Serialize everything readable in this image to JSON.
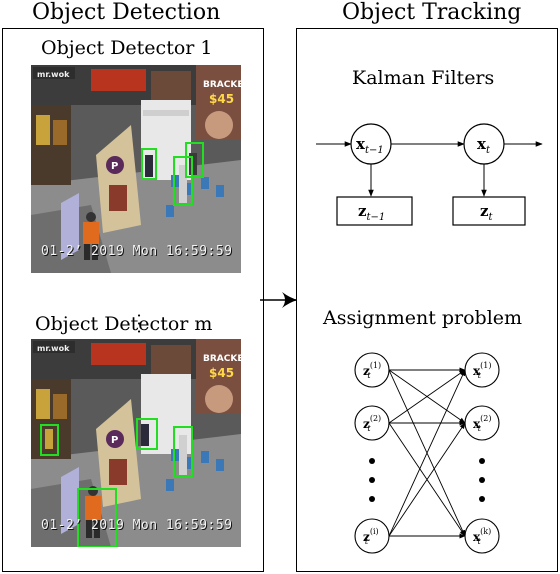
{
  "headings": {
    "left": "Object Detection",
    "right": "Object Tracking"
  },
  "detection": {
    "detector_first": "Object Detector 1",
    "detector_last": "Object Detector m",
    "ellipsis": "⋮",
    "timestamp": "01-2’ 2019 Mon 16:59:59",
    "storefront_text": [
      "mr.wok",
      "BRACKET",
      "$45"
    ]
  },
  "tracking": {
    "kalman_title": "Kalman Filters",
    "assignment_title": "Assignment problem",
    "state_prev": "x",
    "state_prev_sub": "t−1",
    "state_curr": "x",
    "state_curr_sub": "t",
    "meas_prev": "z",
    "meas_prev_sub": "t−1",
    "meas_curr": "z",
    "meas_curr_sub": "t",
    "left_nodes": [
      {
        "base": "z",
        "sub": "t",
        "sup": "(1)"
      },
      {
        "base": "z",
        "sub": "t",
        "sup": "(2)"
      },
      {
        "base": "z",
        "sub": "t",
        "sup": "(i)"
      }
    ],
    "right_nodes": [
      {
        "base": "x",
        "sub": "t",
        "sup": "(1)"
      },
      {
        "base": "x",
        "sub": "t",
        "sup": "(2)"
      },
      {
        "base": "x",
        "sub": "t",
        "sup": "(k)"
      }
    ]
  },
  "colors": {
    "detection_box": "#22dd22",
    "line": "#000000"
  }
}
